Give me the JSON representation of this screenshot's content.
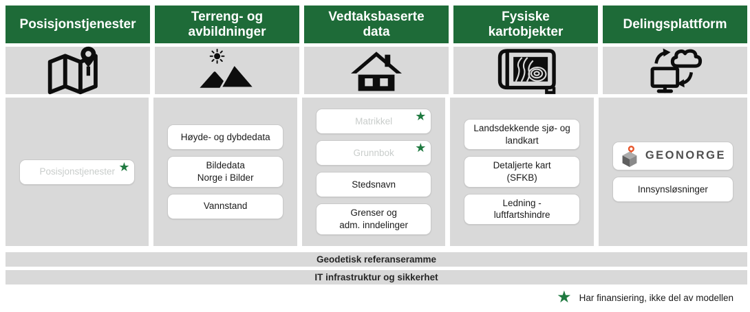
{
  "columns": [
    {
      "title_lines": [
        "Posisjonstjenester"
      ],
      "icon": "folded-map-with-location-pin",
      "cards": [
        {
          "lines": [
            "Posisjonstjenester"
          ],
          "dimmed": true,
          "star": true
        }
      ]
    },
    {
      "title_lines": [
        "Terreng- og",
        "avbildninger"
      ],
      "icon": "sun-and-mountains",
      "cards": [
        {
          "lines": [
            "Høyde- og dybdedata"
          ]
        },
        {
          "lines": [
            "Bildedata",
            "Norge i Bilder"
          ]
        },
        {
          "lines": [
            "Vannstand"
          ]
        }
      ]
    },
    {
      "title_lines": [
        "Vedtaksbaserte",
        "data"
      ],
      "icon": "house",
      "cards": [
        {
          "lines": [
            "Matrikkel"
          ],
          "dimmed": true,
          "star": true
        },
        {
          "lines": [
            "Grunnbok"
          ],
          "dimmed": true,
          "star": true
        },
        {
          "lines": [
            "Stedsnavn"
          ]
        },
        {
          "lines": [
            "Grenser og",
            "adm. inndelinger"
          ]
        }
      ]
    },
    {
      "title_lines": [
        "Fysiske",
        "kartobjekter"
      ],
      "icon": "rolled-topographic-map",
      "cards": [
        {
          "lines": [
            "Landsdekkende sjø- og",
            "landkart"
          ]
        },
        {
          "lines": [
            "Detaljerte kart",
            "(SFKB)"
          ]
        },
        {
          "lines": [
            "Ledning -",
            "luftfartshindre"
          ]
        }
      ]
    },
    {
      "title_lines": [
        "Delingsplattform"
      ],
      "icon": "cloud-monitor-sync",
      "cards": [
        {
          "logo_text": "GEONORGE"
        },
        {
          "lines": [
            "Innsynsløsninger"
          ]
        }
      ]
    }
  ],
  "bars": [
    "Geodetisk referanseramme",
    "IT infrastruktur og sikkerhet"
  ],
  "legend": {
    "label": "Har finansiering, ikke del av modellen"
  },
  "icons": {
    "star_glyph": "★"
  },
  "colors": {
    "header_green": "#1E6B38",
    "star_green": "#1F7A40",
    "panel_gray": "#D9D9D9",
    "dimmed_text": "#C9CDCB",
    "geonorge_pin_orange": "#E8562B"
  }
}
